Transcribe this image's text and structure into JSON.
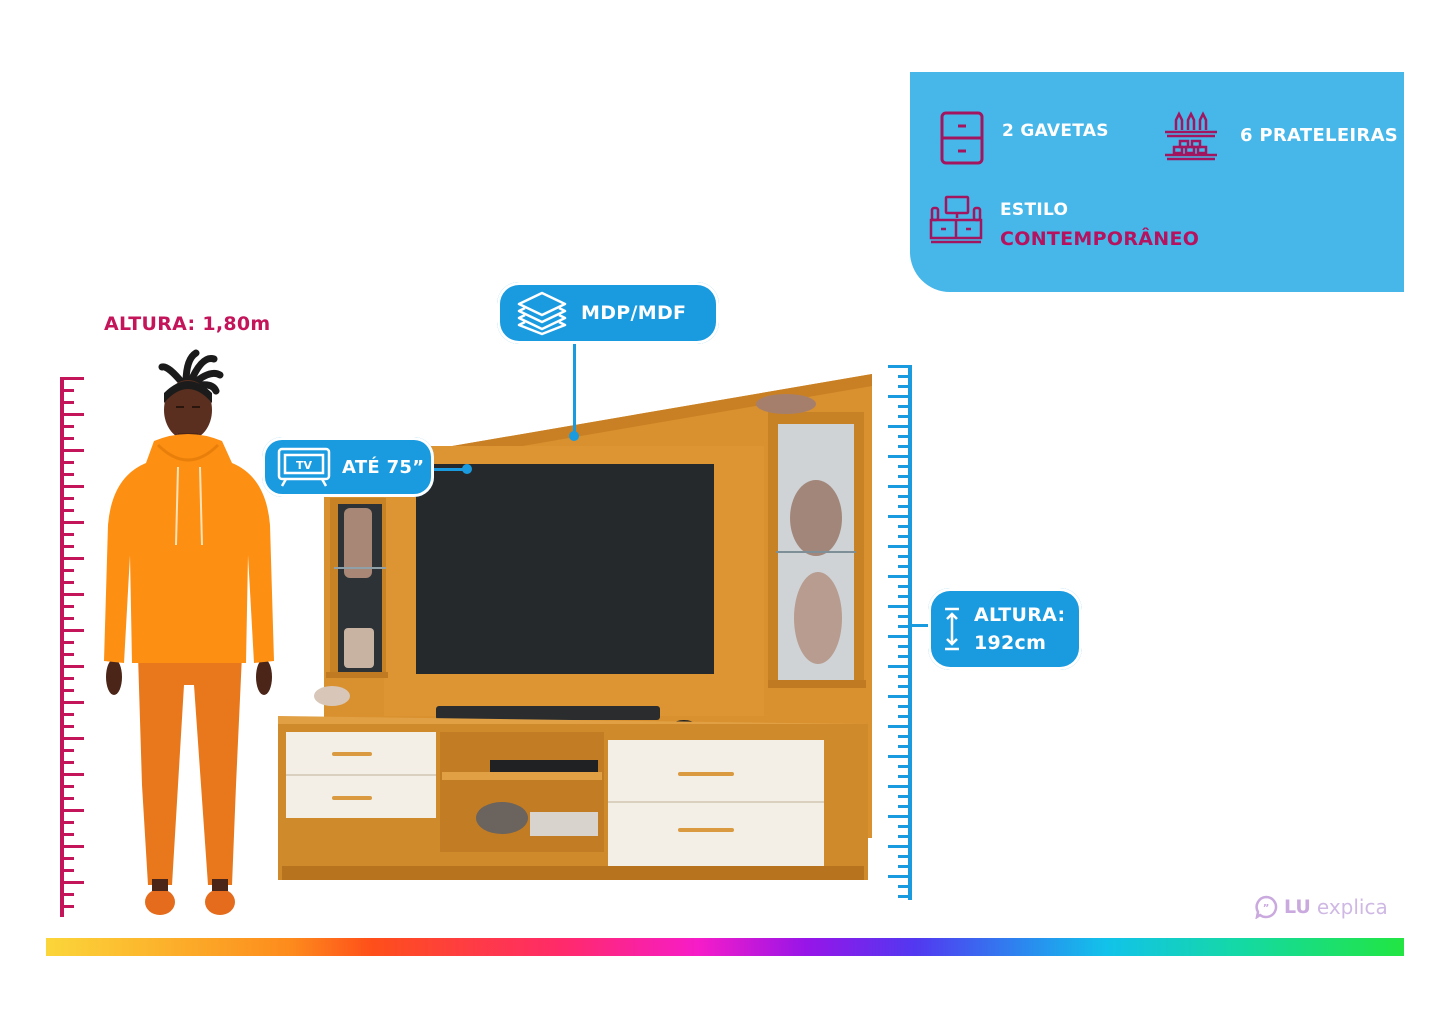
{
  "features": {
    "background_color": "#47b6e8",
    "items": [
      {
        "icon": "drawer-cabinet-icon",
        "label": "2 GAVETAS"
      },
      {
        "icon": "shelves-icon",
        "label": "6 PRATELEIRAS"
      },
      {
        "icon": "tv-stand-icon",
        "label_line1": "ESTILO",
        "label_line2": "CONTEMPORÂNEO"
      }
    ]
  },
  "callouts": {
    "material": {
      "icon": "layers-icon",
      "label": "MDP/MDF"
    },
    "tv": {
      "icon": "tv-icon",
      "icon_text": "TV",
      "label": "ATÉ 75”"
    },
    "height": {
      "icon": "height-arrow-icon",
      "label_line1": "ALTURA:",
      "label_line2": "192cm"
    }
  },
  "person": {
    "height_label": "ALTURA: 1,80m",
    "ruler_color": "#c4145a"
  },
  "furniture": {
    "ruler_color": "#1a9be0",
    "wood_color": "#d9902e",
    "drawer_color": "#f4efe6",
    "tv_screen_color": "#26292b"
  },
  "brand": {
    "logo_icon": "speech-bubble-quote-icon",
    "name_bold": "LU",
    "name_light": "explica"
  },
  "colors": {
    "accent_blue": "#1a9be0",
    "accent_magenta": "#c4145a",
    "info_blue": "#47b6e8"
  }
}
